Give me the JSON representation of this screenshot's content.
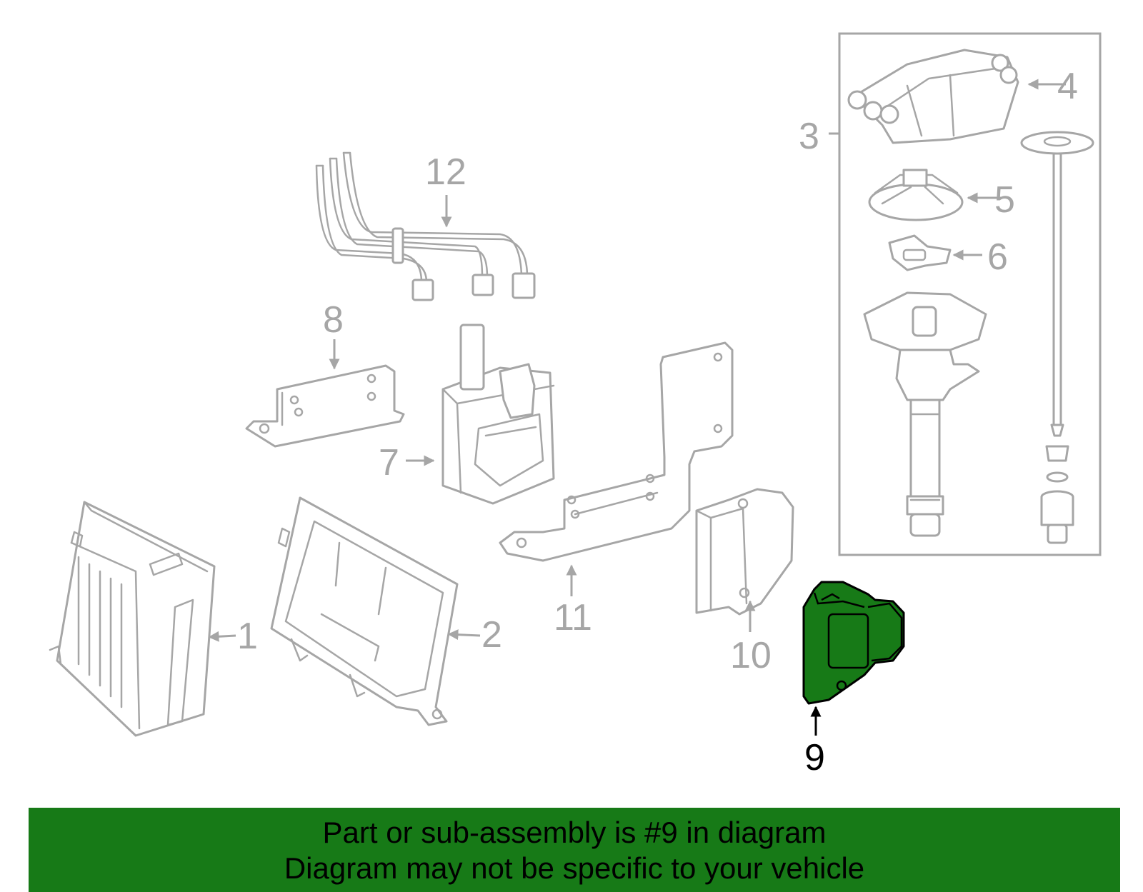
{
  "diagram": {
    "highlight_color": "#177a17",
    "line_color": "#a6a6a6",
    "callouts": {
      "c1": "1",
      "c2": "2",
      "c3": "3",
      "c4": "4",
      "c5": "5",
      "c6": "6",
      "c7": "7",
      "c8": "8",
      "c9": "9",
      "c10": "10",
      "c11": "11",
      "c12": "12"
    }
  },
  "banner": {
    "line1": "Part or sub-assembly is #9 in diagram",
    "line2": "Diagram may not be specific to your vehicle"
  }
}
